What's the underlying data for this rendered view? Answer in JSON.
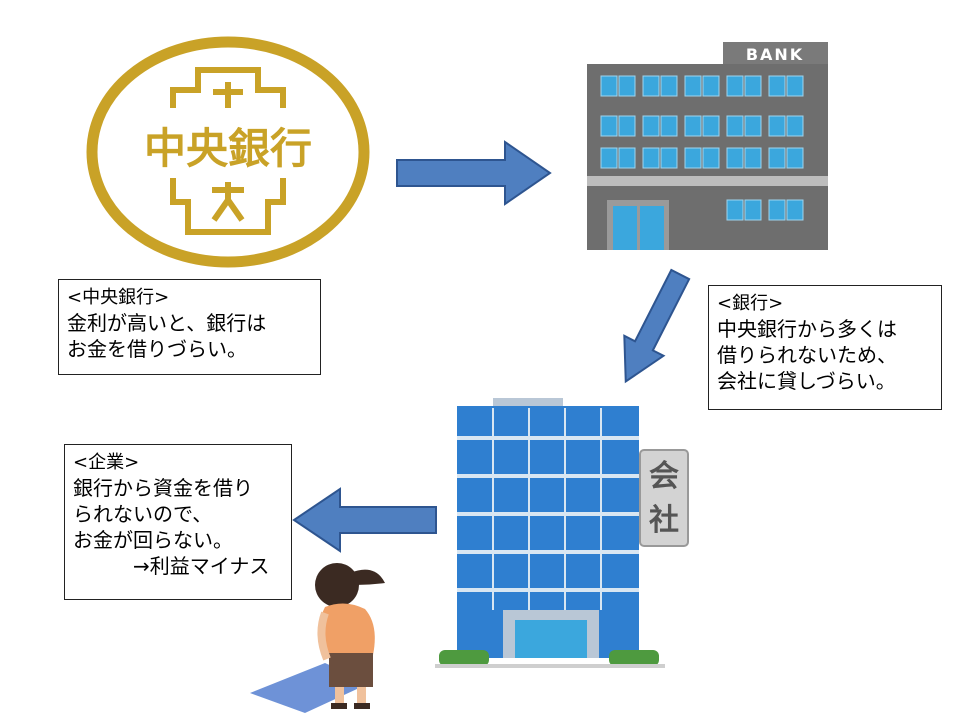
{
  "central_bank": {
    "emblem_text": "中央銀行",
    "header": "<中央銀行>",
    "lines": [
      "金利が高いと、銀行は",
      "お金を借りづらい。"
    ]
  },
  "bank": {
    "sign": "BANK",
    "header": "<銀行>",
    "lines": [
      "中央銀行から多くは",
      "借りられないため、",
      "会社に貸しづらい。"
    ]
  },
  "company": {
    "sign_chars": [
      "会",
      "社"
    ],
    "header": "<企業>",
    "lines": [
      "銀行から資金を借り",
      "られないので、",
      "お金が回らない。",
      "→利益マイナス"
    ]
  },
  "colors": {
    "gold": "#c9a227",
    "arrow_fill": "#4f7fc0",
    "arrow_stroke": "#2e5590",
    "bank_gray": "#6e6e6e",
    "window_blue": "#3ba7dd",
    "tower_blue": "#2f7fd0"
  }
}
